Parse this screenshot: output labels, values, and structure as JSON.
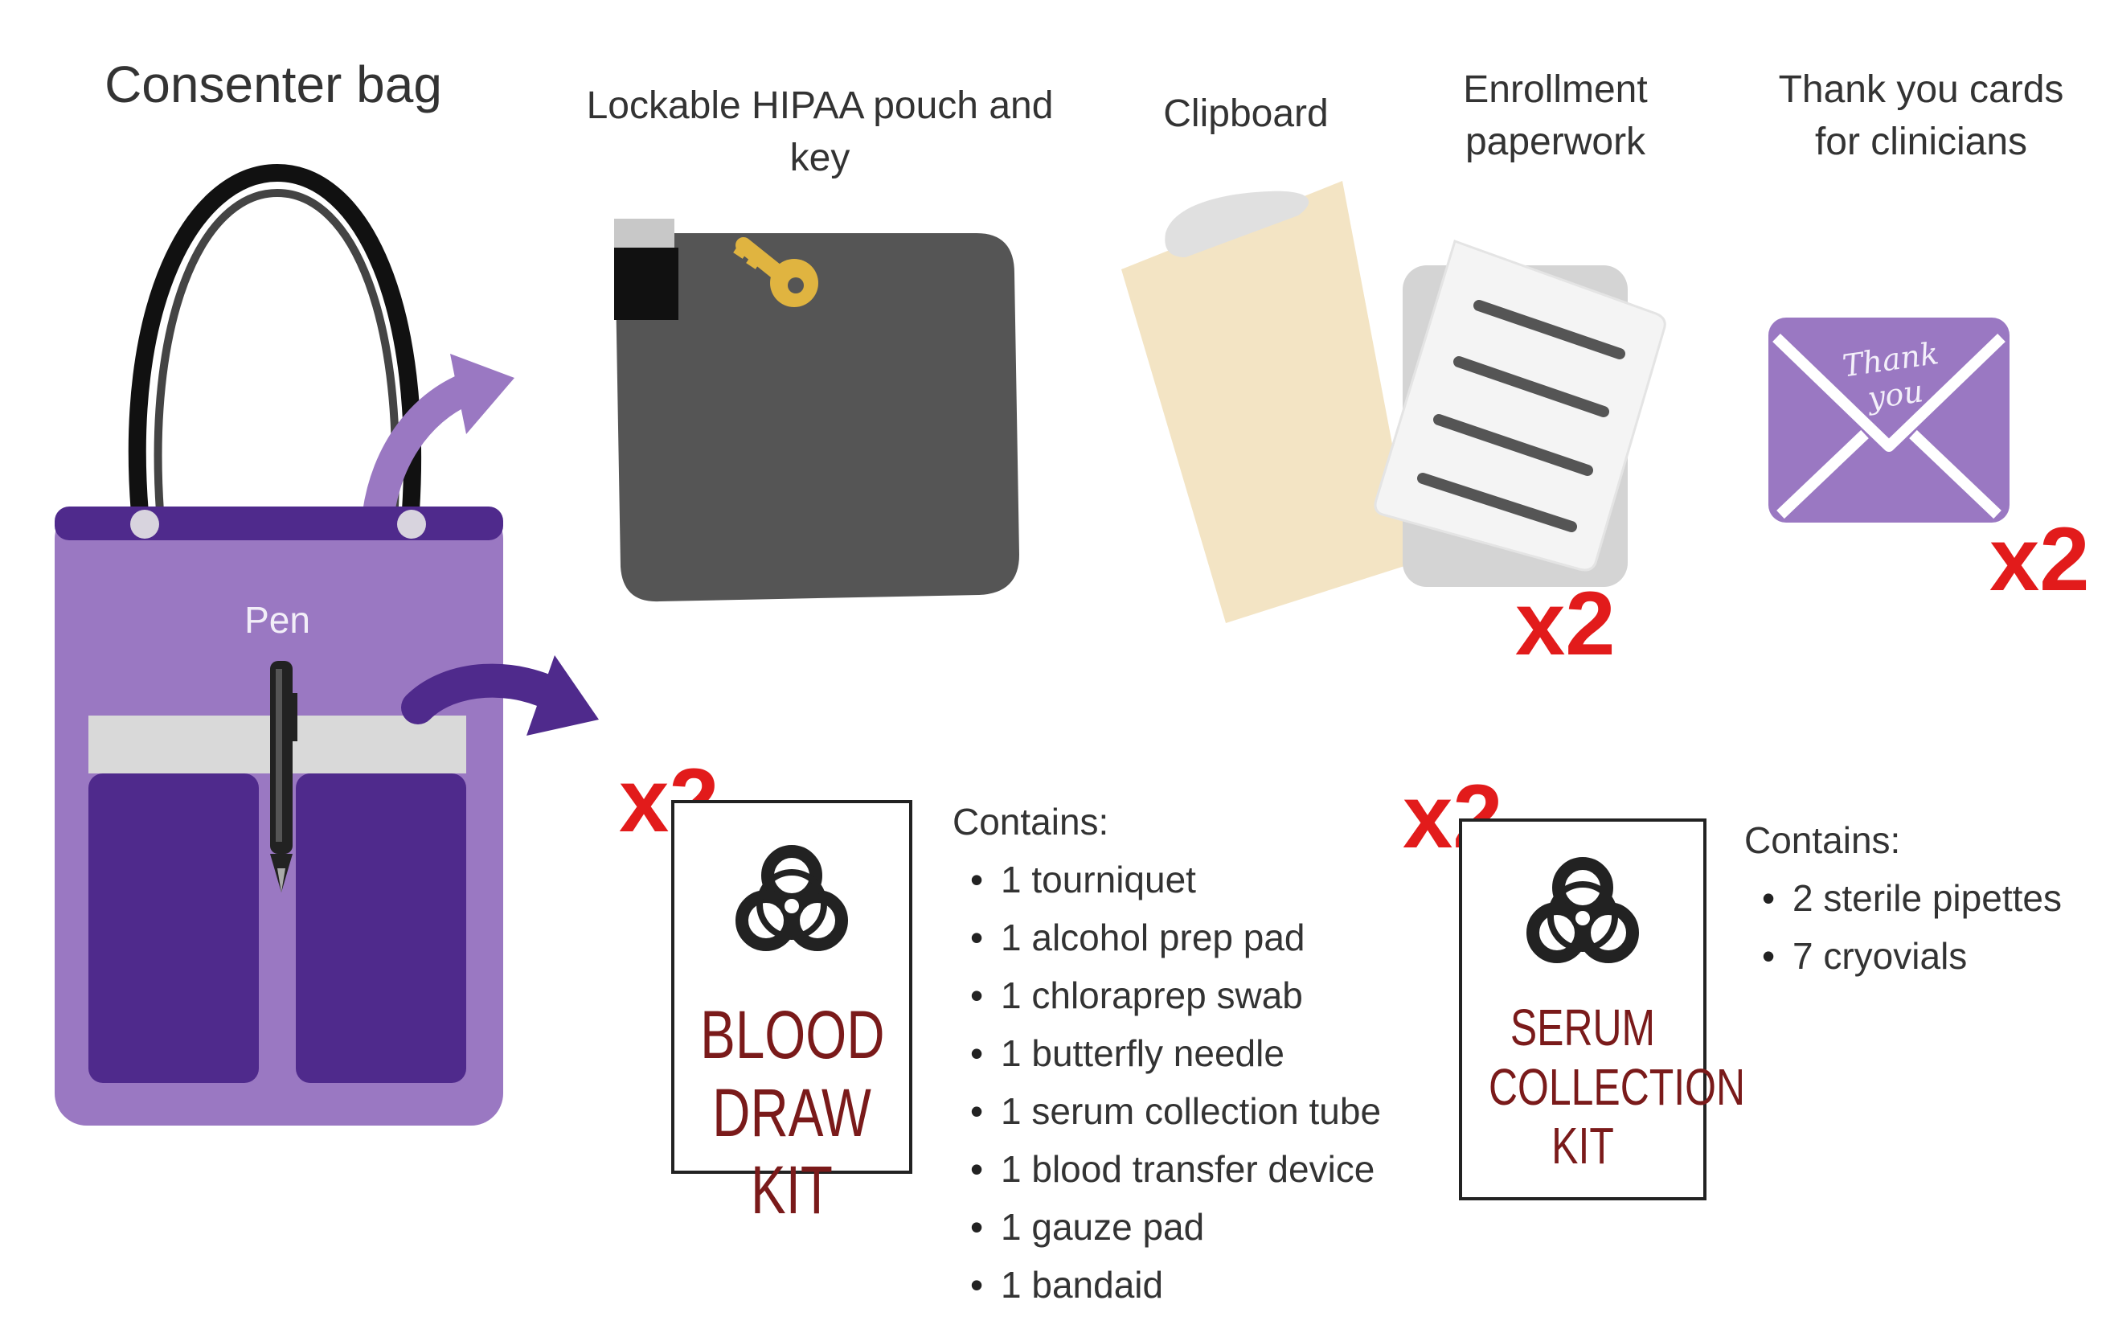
{
  "labels": {
    "bag": "Consenter bag",
    "pen": "Pen",
    "hipaa": "Lockable HIPAA pouch and key",
    "clipboard": "Clipboard",
    "enrollment_line1": "Enrollment",
    "enrollment_line2": "paperwork",
    "thanks_line1": "Thank you cards",
    "thanks_line2": "for clinicians",
    "envelope_script": "Thank you"
  },
  "multipliers": {
    "enrollment": "x2",
    "thanks": "x2",
    "blood_kit": "x2",
    "serum_kit": "x2"
  },
  "blood_kit": {
    "name_line1": "BLOOD",
    "name_line2": "DRAW KIT",
    "contains_label": "Contains:",
    "items": [
      "1 tourniquet",
      "1 alcohol prep pad",
      "1 chloraprep swab",
      "1 butterfly needle",
      "1 serum collection tube",
      "1 blood transfer device",
      "1 gauze pad",
      "1 bandaid"
    ]
  },
  "serum_kit": {
    "name_line1": "SERUM",
    "name_line2": "COLLECTION",
    "name_line3": "KIT",
    "contains_label": "Contains:",
    "items": [
      "2 sterile pipettes",
      "7 cryovials"
    ]
  },
  "colors": {
    "bag_light": "#9a78c2",
    "bag_dark": "#4f2a8c",
    "pouch": "#555555",
    "clipboard": "#f3e4c4",
    "envelope": "#9a78c2",
    "multiplier": "#e21b1b",
    "kit_text": "#7a1a1a"
  }
}
